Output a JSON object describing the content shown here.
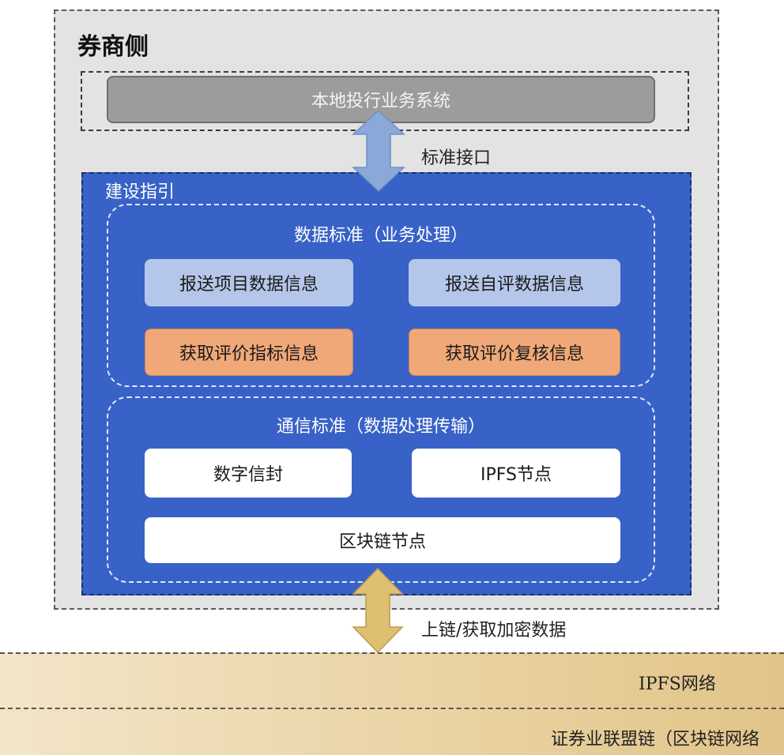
{
  "broker": {
    "title": "券商侧"
  },
  "local_system": {
    "label": "本地投行业务系统"
  },
  "standard_interface": {
    "label": "标准接口"
  },
  "construction_guide": {
    "title": "建设指引",
    "data_standard": {
      "title": "数据标准（业务处理）",
      "items": [
        "报送项目数据信息",
        "报送自评数据信息",
        "获取评价指标信息",
        "获取评价复核信息"
      ]
    },
    "comm_standard": {
      "title": "通信标准（数据处理传输）",
      "items": [
        "数字信封",
        "IPFS节点",
        "区块链节点"
      ]
    }
  },
  "chain_arrow": {
    "label": "上链/获取加密数据"
  },
  "networks": {
    "ipfs": "IPFS网络",
    "consortium": "证券业联盟链（区块链网络"
  },
  "colors": {
    "guide_blue": "#3862c8",
    "light_blue_box": "#b4c6ea",
    "orange_box": "#f0a878",
    "arrow_blue": "#8aa8d8",
    "arrow_gold": "#dfc070"
  }
}
